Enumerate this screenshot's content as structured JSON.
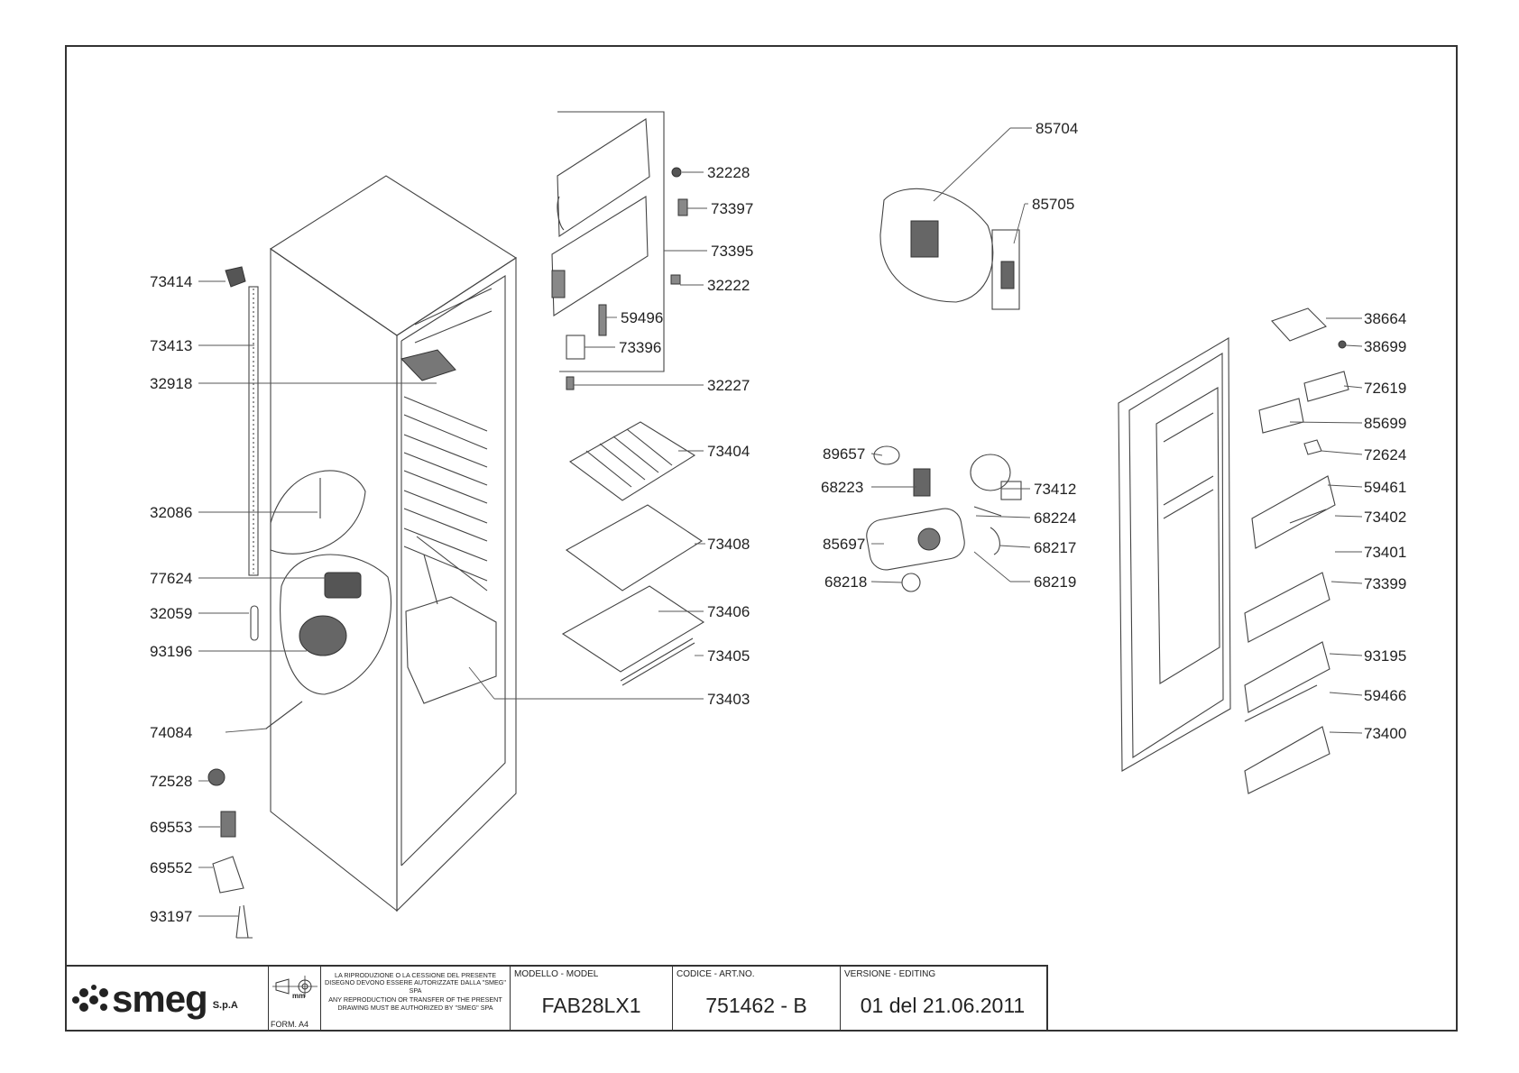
{
  "parts": {
    "p73414": "73414",
    "p73413": "73413",
    "p32918": "32918",
    "p32086": "32086",
    "p77624": "77624",
    "p32059": "32059",
    "p93196": "93196",
    "p74084": "74084",
    "p72528": "72528",
    "p69553": "69553",
    "p69552": "69552",
    "p93197": "93197",
    "p32228": "32228",
    "p73397": "73397",
    "p73395": "73395",
    "p32222": "32222",
    "p59496": "59496",
    "p73396": "73396",
    "p32227": "32227",
    "p73404": "73404",
    "p73408": "73408",
    "p73406": "73406",
    "p73405": "73405",
    "p73403": "73403",
    "p85704": "85704",
    "p85705": "85705",
    "p89657": "89657",
    "p68223": "68223",
    "p73412": "73412",
    "p68224": "68224",
    "p85697": "85697",
    "p68217": "68217",
    "p68218": "68218",
    "p68219": "68219",
    "p38664": "38664",
    "p38699": "38699",
    "p72619": "72619",
    "p85699": "85699",
    "p72624": "72624",
    "p59461": "59461",
    "p73402": "73402",
    "p73401": "73401",
    "p73399": "73399",
    "p93195": "93195",
    "p59466": "59466",
    "p73400": "73400"
  },
  "title_block": {
    "brand": "smeg",
    "brand_suffix": "S.p.A",
    "unit": "mm",
    "form": "FORM. A4",
    "notice_it": "LA RIPRODUZIONE O LA CESSIONE DEL PRESENTE DISEGNO DEVONO ESSERE AUTORIZZATE DALLA \"SMEG\" SPA",
    "notice_en": "ANY REPRODUCTION OR TRANSFER OF THE PRESENT DRAWING MUST BE AUTHORIZED BY \"SMEG\" SPA",
    "model_caption": "MODELLO - MODEL",
    "model": "FAB28LX1",
    "code_caption": "CODICE - ART.NO.",
    "code": "751462 - B",
    "version_caption": "VERSIONE - EDITING",
    "version": "01 del 21.06.2011"
  }
}
